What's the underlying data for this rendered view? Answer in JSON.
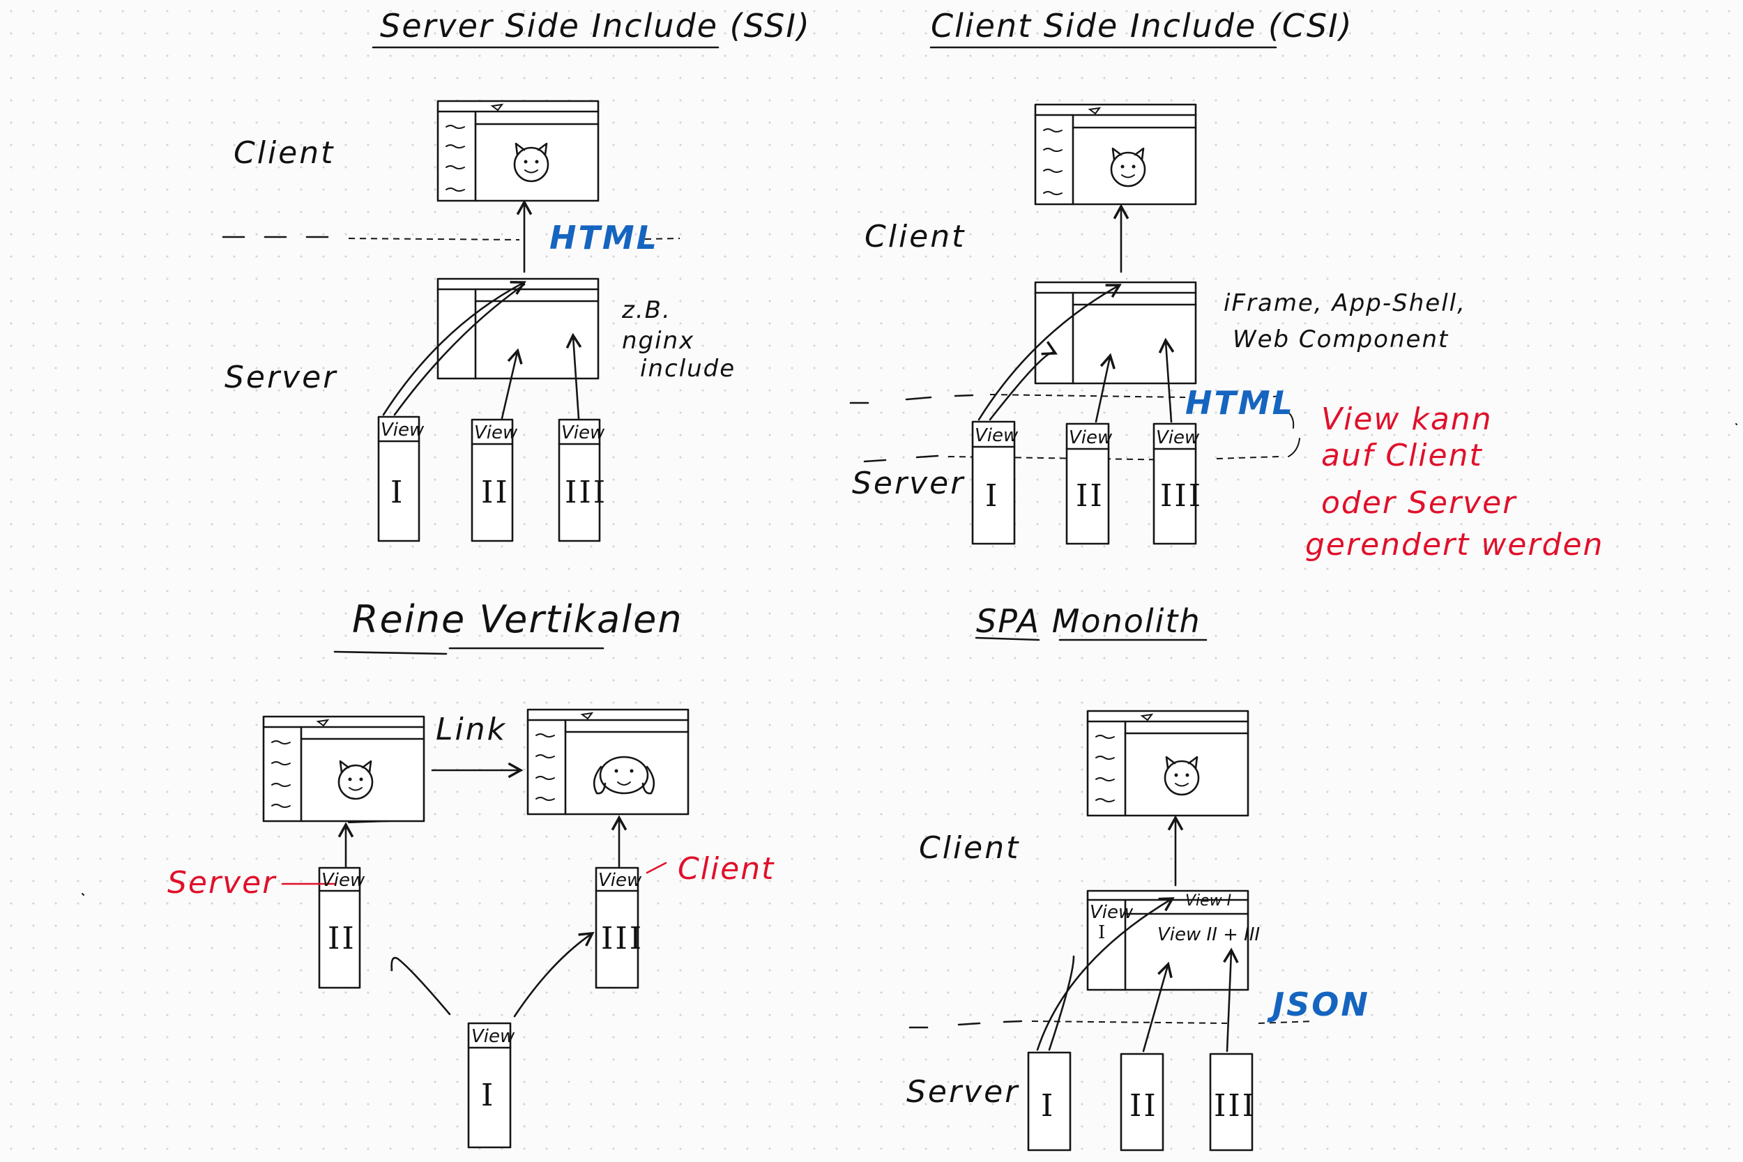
{
  "titles": {
    "ssi": "Server Side Include (SSI)",
    "csi": "Client Side Include (CSI)",
    "verticals": "Reine Vertikalen",
    "spa": "SPA Monolith"
  },
  "labels": {
    "client": "Client",
    "server": "Server",
    "html": "HTML",
    "json": "JSON",
    "view": "View",
    "link": "Link",
    "roman_1": "I",
    "roman_2": "II",
    "roman_3": "III",
    "view_i": "View I",
    "view_ii_iii": "View II + III"
  },
  "notes": {
    "ssi_line1": "z.B.",
    "ssi_line2": "nginx",
    "ssi_line3": "include",
    "csi_line1": "iFrame, App-Shell,",
    "csi_line2": "Web Component"
  },
  "red_notes": {
    "csi_line1": "View kann",
    "csi_line2": "auf Client",
    "csi_line3": "oder Server",
    "csi_line4": "gerendert werden",
    "verticals_server": "Server",
    "verticals_client": "Client"
  },
  "colors": {
    "ink": "#151515",
    "blue": "#1565c0",
    "red": "#e0102a",
    "background": "#fbfbfb",
    "grid_dots": "#d6d6d6"
  }
}
